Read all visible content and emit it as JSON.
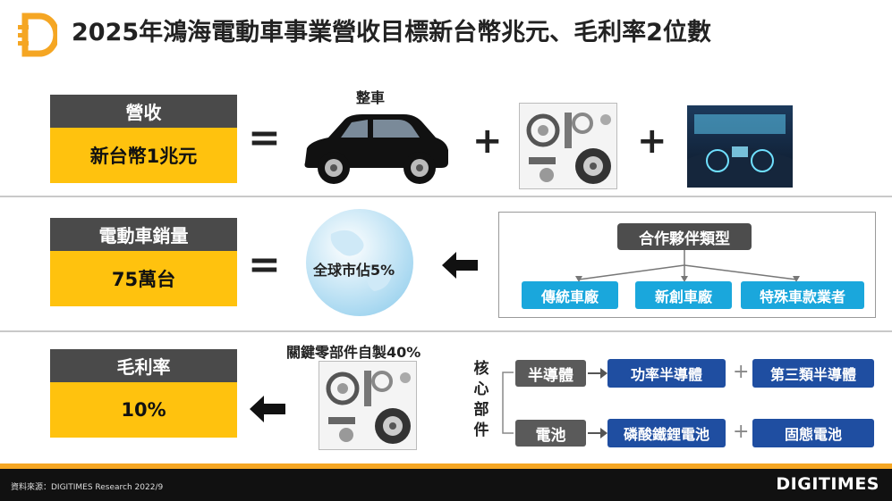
{
  "title": "2025年鴻海電動車事業營收目標新台幣兆元、毛利率2位數",
  "colors": {
    "accent": "#ffc20e",
    "dark_label": "#4a4a4a",
    "cyan": "#1aa7dc",
    "navy": "#1f4ea1",
    "logo": "#f5a623"
  },
  "row1": {
    "head": "營收",
    "value": "新台幣1兆元",
    "equals": "=",
    "car_caption": "整車",
    "plus": "+"
  },
  "row2": {
    "head": "電動車銷量",
    "value": "75萬台",
    "equals": "=",
    "globe_text": "全球市佔5%",
    "partner_title": "合作夥伴類型",
    "partners": [
      "傳統車廠",
      "新創車廠",
      "特殊車款業者"
    ]
  },
  "row3": {
    "head": "毛利率",
    "value": "10%",
    "parts_caption": "關鍵零部件自製40%",
    "core_label": "核心部件",
    "core": [
      {
        "name": "半導體",
        "items": [
          "功率半導體",
          "第三類半導體"
        ]
      },
      {
        "name": "電池",
        "items": [
          "磷酸鐵鋰電池",
          "固態電池"
        ]
      }
    ],
    "plus": "+"
  },
  "footer": {
    "source": "資料來源：DIGITIMES Research 2022/9",
    "brand": "DIGITIMES"
  },
  "icons": {
    "logo": "digitimes-d-logo-icon",
    "car": "car-icon",
    "parts": "auto-parts-icon",
    "dashboard": "car-dashboard-icon",
    "globe": "globe-icon",
    "arrow": "arrow-left-icon"
  }
}
